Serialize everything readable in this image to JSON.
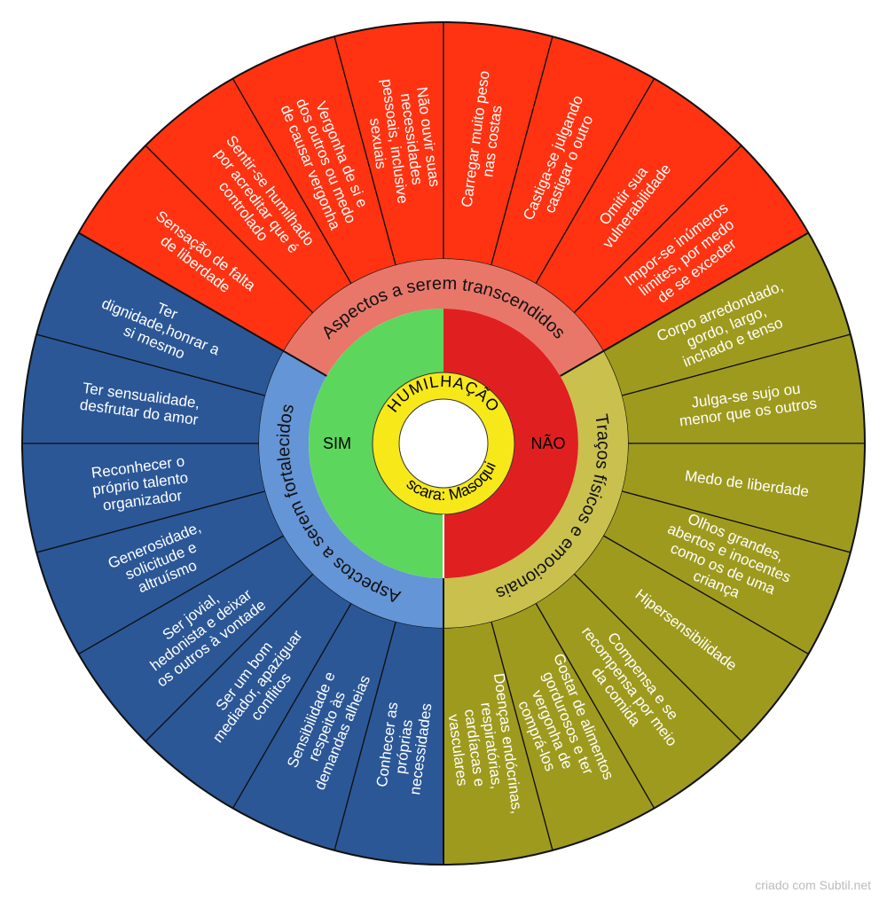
{
  "center_title": "HUMILHAÇÃO",
  "mask_label": "Máscara: Masoquista",
  "yes_label": "SIM",
  "no_label": "NÃO",
  "colors": {
    "red_outer": "#ff3311",
    "red_ring": "#e8776a",
    "red_half": "#e02020",
    "blue_outer": "#2b5797",
    "blue_ring": "#6495d6",
    "olive_outer": "#9e9a1e",
    "olive_ring": "#c9c04e",
    "green_half": "#5cd65c",
    "yellow_ring": "#f7e81a",
    "divider": "#111111"
  },
  "rings": {
    "top": "Aspectos a serem transcendidos",
    "right": "Traços físicos e emocionais",
    "left": "Aspectos a serem fortalecidos"
  },
  "segments": {
    "red": [
      "Sensação de falta de liberdade",
      "Sentir-se humilhado por acreditar que é controlado",
      "Vergonha de si e dos outros ou medo de causar vergonha",
      "Não ouvir suas necessidades pessoais, inclusive sexuais",
      "Carregar muito peso nas costas",
      "Castiga-se julgando castigar o outro",
      "Omitir sua vulnerabilidade",
      "Impor-se inúmeros limites, por medo de se exceder"
    ],
    "olive": [
      "Corpo arredondado, gordo, largo, inchado e tenso",
      "Julga-se sujo ou menor que os outros",
      "Medo de liberdade",
      "Olhos grandes, abertos e inocentes como os de uma criança",
      "Hipersensibilidade",
      "Compensa e se recompensa por meio da comida",
      "Gostar de alimentos gordurosos e ter vergonha de comprá-los",
      "Doenças endócrinas, respiratórias, cardíacas e vasculares"
    ],
    "blue": [
      "Conhecer as próprias necessidades",
      "Sensibilidade e respeito às demandas alheias",
      "Ser um bom mediador, apaziguar conflitos",
      "Ser jovial, hedonista e deixar os outros à vontade",
      "Generosidade, solicitude e altruísmo",
      "Reconhecer o próprio talento organizador",
      "Ter sensualidade, desfrutar do amor",
      "Ter dignidade,honrar a si mesmo"
    ]
  },
  "credit": "criado com Subtil.net"
}
